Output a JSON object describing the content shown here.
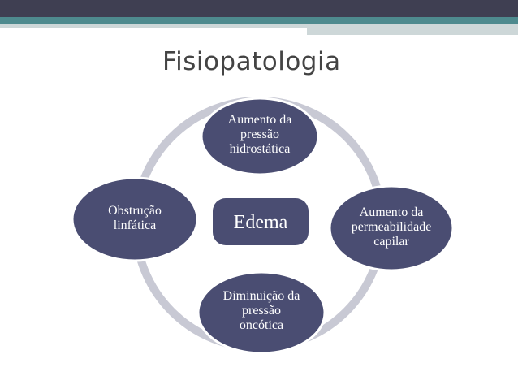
{
  "title": "Fisiopatologia",
  "center": {
    "label": "Edema"
  },
  "nodes": [
    {
      "lines": [
        "Aumento da",
        "pressão",
        "hidrostática"
      ]
    },
    {
      "lines": [
        "Aumento da",
        "permeabilidade",
        "capilar"
      ]
    },
    {
      "lines": [
        "Diminuição da",
        "pressão",
        "oncótica"
      ]
    },
    {
      "lines": [
        "Obstrução",
        "linfática"
      ]
    }
  ],
  "colors": {
    "node_fill": "#4a4d72",
    "node_stroke": "#ffffff",
    "ring": "#c8c9d4",
    "header_dark": "#3f3f52",
    "header_teal": "#4e8a8e"
  }
}
